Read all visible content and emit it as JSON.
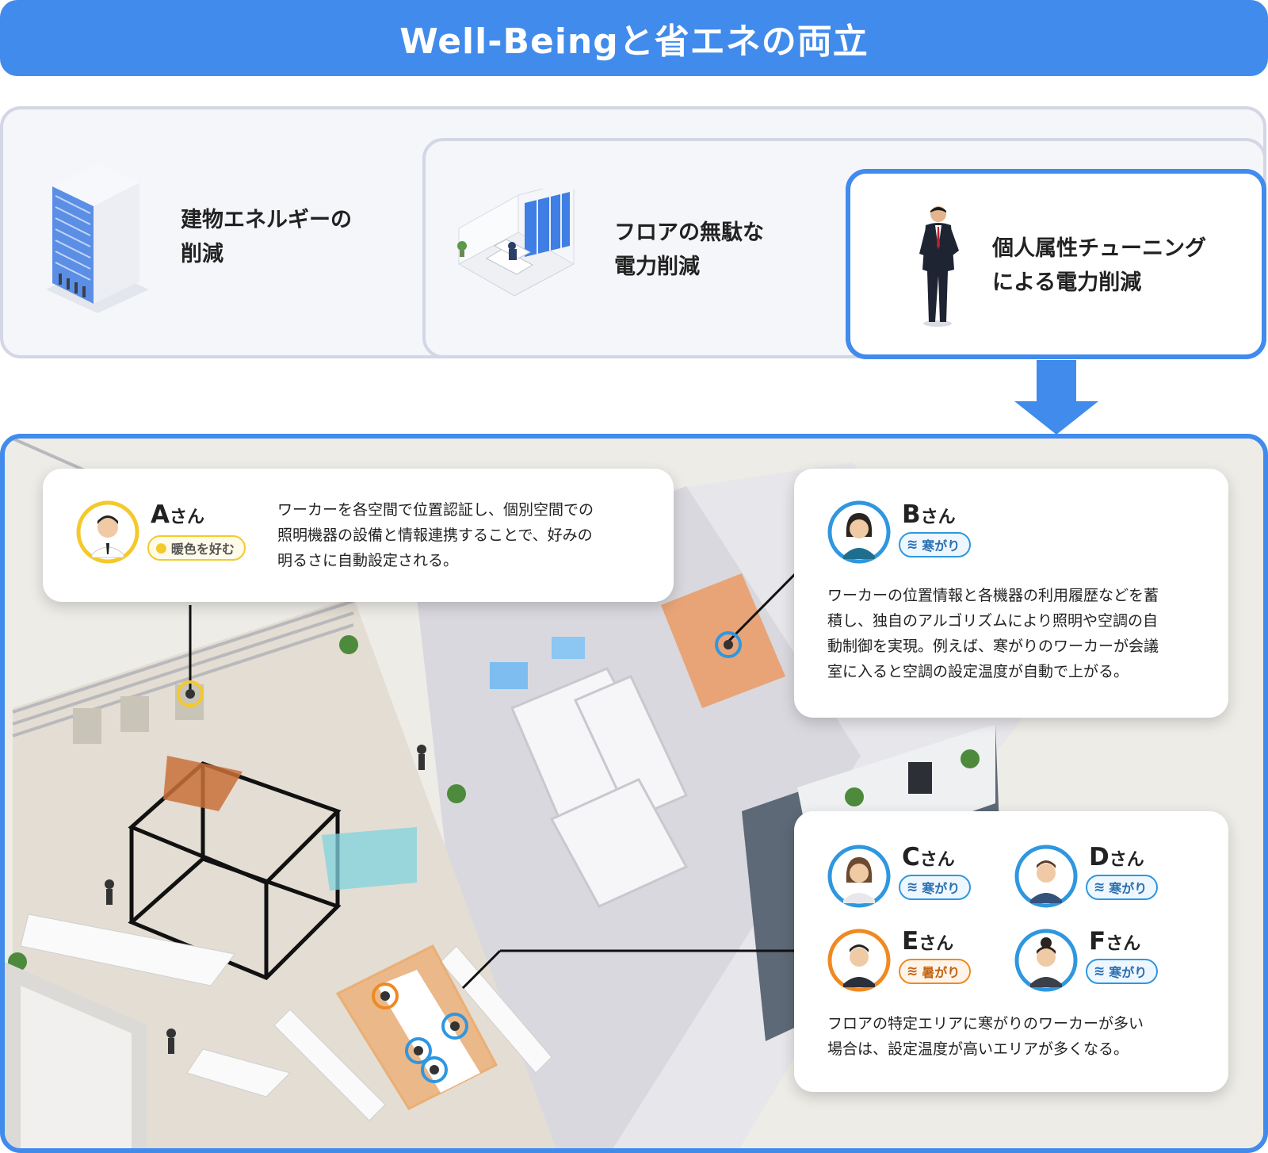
{
  "title": "Well-Beingと省エネの両立",
  "tiers": [
    {
      "label_line1": "建物エネルギーの",
      "label_line2": "削減",
      "icon": "building-icon"
    },
    {
      "label_line1": "フロアの無駄な",
      "label_line2": "電力削減",
      "icon": "floor-icon"
    },
    {
      "label_line1": "個人属性チューニング",
      "label_line2": "による電力削減",
      "icon": "person-icon"
    }
  ],
  "person_a": {
    "name": "A",
    "honorific": "さん",
    "tag": "暖色を好む",
    "tag_icon": "lightbulb-icon",
    "description_lines": [
      "ワーカーを各空間で位置認証し、個別空間での",
      "照明機器の設備と情報連携することで、好みの",
      "明るさに自動設定される。"
    ]
  },
  "person_b": {
    "name": "B",
    "honorific": "さん",
    "tag": "寒がり",
    "tag_icon": "cold-wave-icon",
    "description_lines": [
      "ワーカーの位置情報と各機器の利用履歴などを蓄",
      "積し、独自のアルゴリズムにより照明や空調の自",
      "動制御を実現。例えば、寒がりのワーカーが会議",
      "室に入ると空調の設定温度が自動で上がる。"
    ]
  },
  "group": {
    "people": [
      {
        "name": "C",
        "honorific": "さん",
        "tag": "寒がり",
        "tag_icon": "cold-wave-icon"
      },
      {
        "name": "D",
        "honorific": "さん",
        "tag": "寒がり",
        "tag_icon": "cold-wave-icon"
      },
      {
        "name": "E",
        "honorific": "さん",
        "tag": "暑がり",
        "tag_icon": "hot-wave-icon"
      },
      {
        "name": "F",
        "honorific": "さん",
        "tag": "寒がり",
        "tag_icon": "cold-wave-icon"
      }
    ],
    "description_lines": [
      "フロアの特定エリアに寒がりのワーカーが多い",
      "場合は、設定温度が高いエリアが多くなる。"
    ]
  },
  "colors": {
    "accent": "#418bec",
    "cold": "#2f97e0",
    "hot": "#ef8a22",
    "warm": "#f3c92c",
    "tier_border": "#d3d6e4"
  }
}
